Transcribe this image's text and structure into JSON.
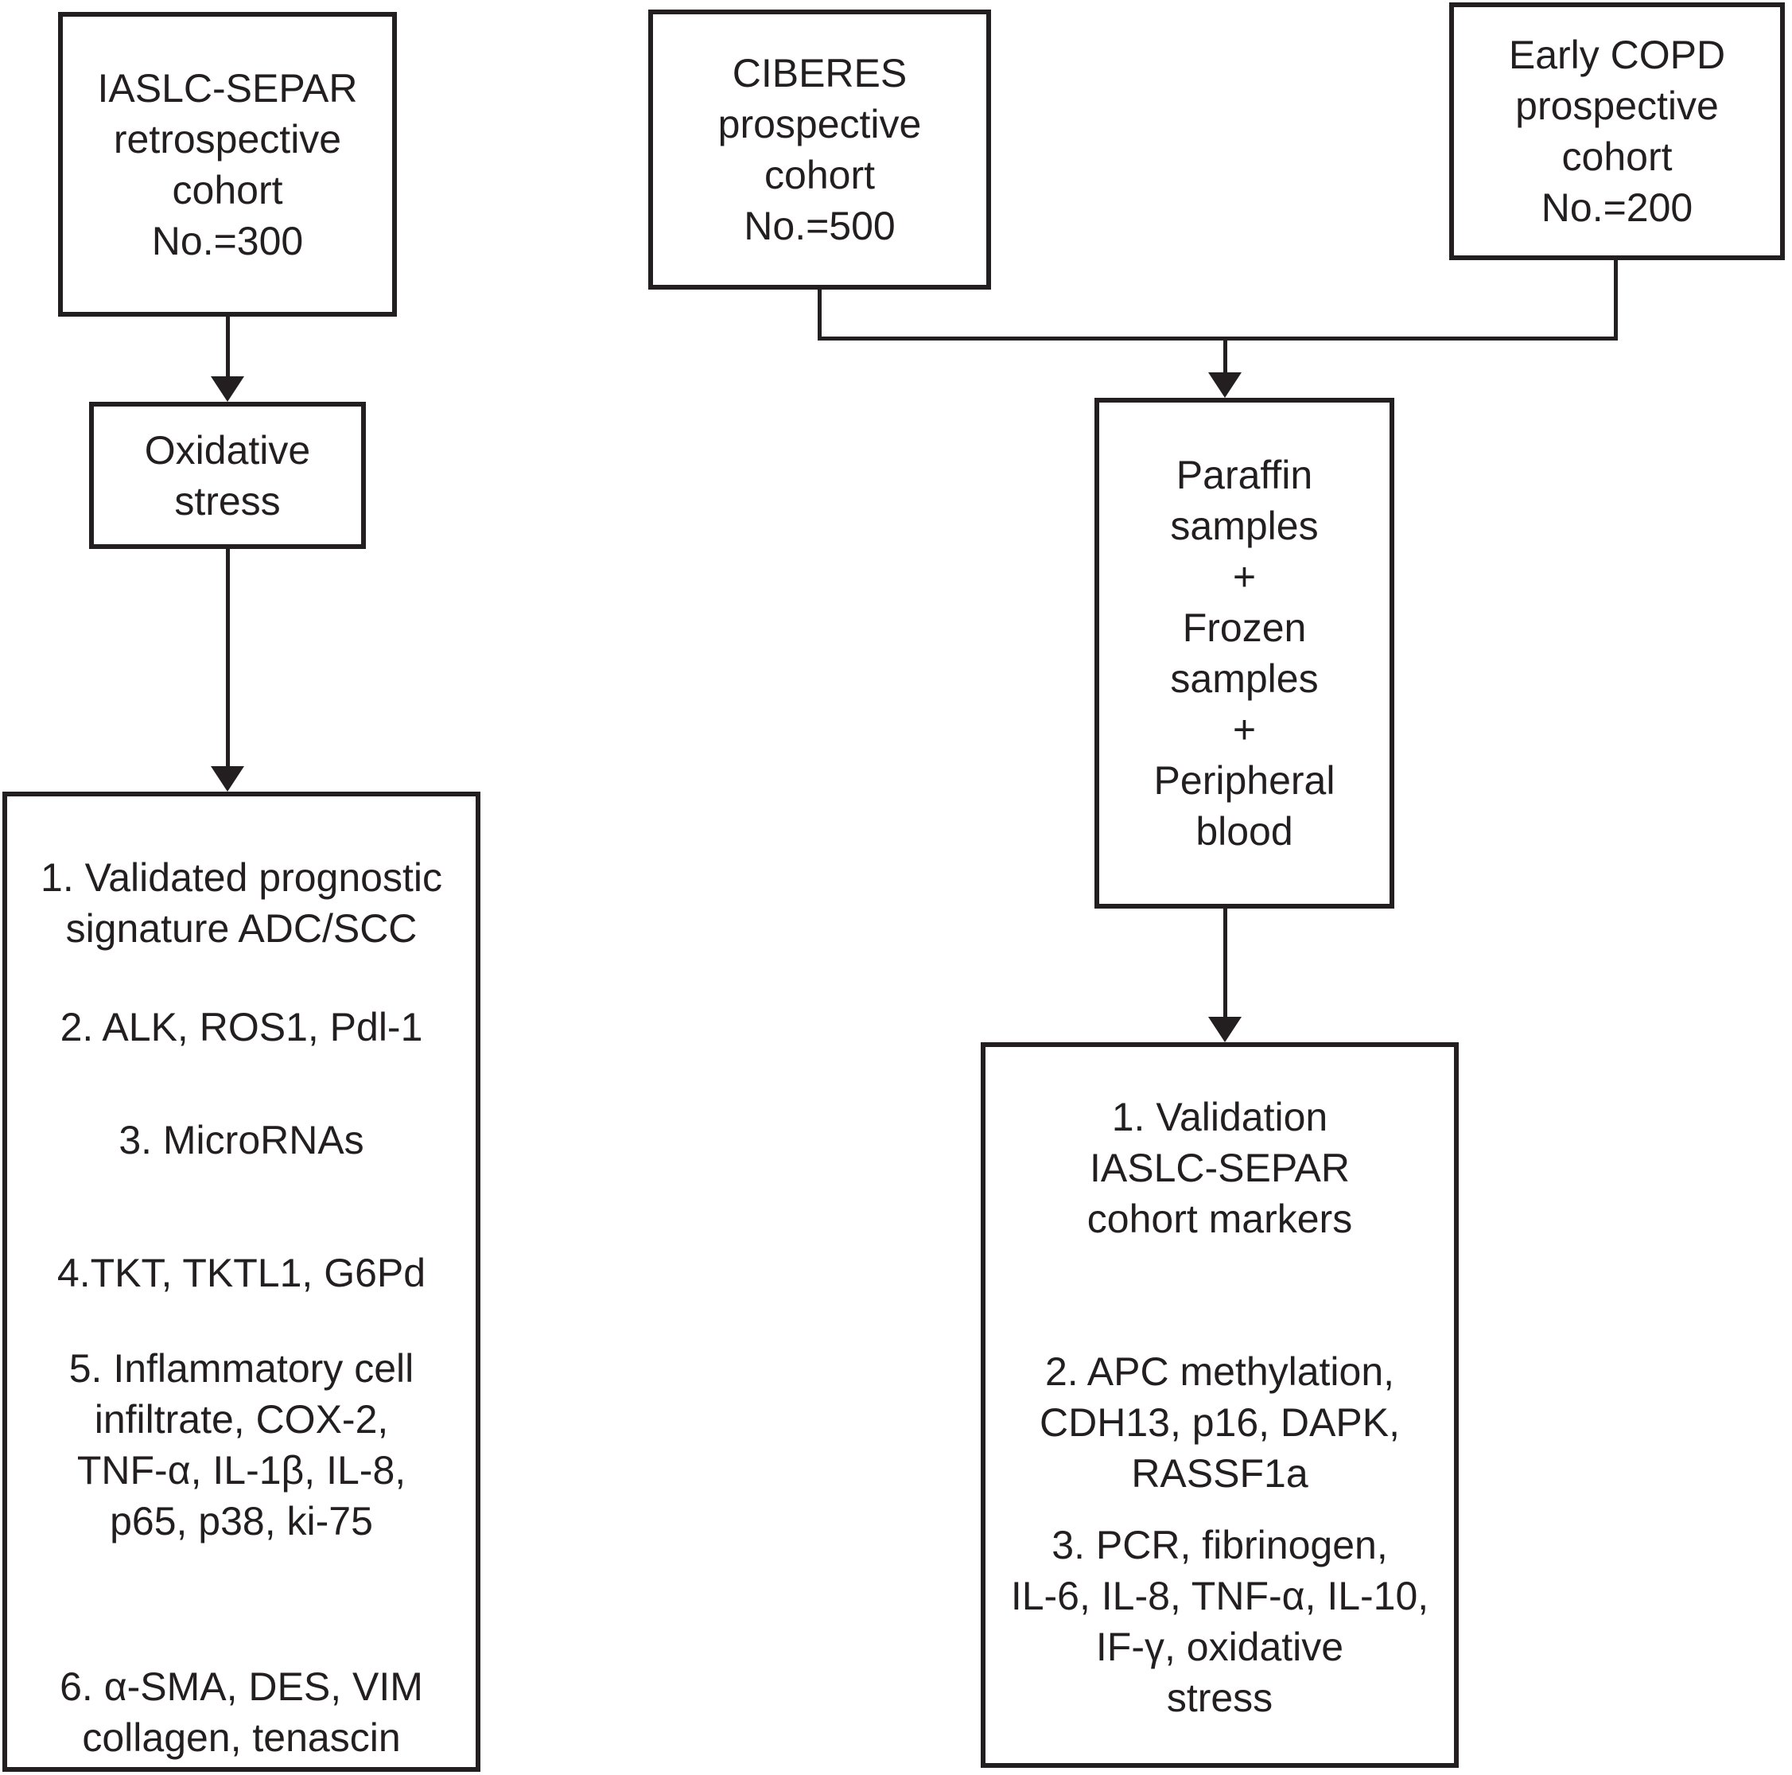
{
  "diagram": {
    "background_color": "#ffffff",
    "ink_color": "#231f20",
    "nodes": {
      "iaslc_cohort": {
        "lines": [
          "IASLC-SEPAR",
          "retrospective",
          "cohort",
          "No.=300"
        ]
      },
      "ciberes_cohort": {
        "lines": [
          "CIBERES",
          "prospective",
          "cohort",
          "No.=500"
        ]
      },
      "early_copd_cohort": {
        "lines": [
          "Early COPD",
          "prospective",
          "cohort",
          "No.=200"
        ]
      },
      "oxidative_stress": {
        "lines": [
          "Oxidative",
          "stress"
        ]
      },
      "samples": {
        "lines": [
          "Paraffin",
          "samples",
          "+",
          "Frozen",
          "samples",
          "+",
          "Peripheral",
          "blood"
        ]
      },
      "retrospective_markers": {
        "items": [
          [
            "1. Validated prognostic",
            "signature ADC/SCC"
          ],
          [
            "2. ALK, ROS1, Pdl-1"
          ],
          [
            "3. MicroRNAs"
          ],
          [
            "4.TKT, TKTL1, G6Pd"
          ],
          [
            "5. Inflammatory cell",
            "infiltrate, COX-2,",
            "TNF-α, IL-1β, IL-8,",
            "p65, p38, ki-75"
          ],
          [
            "6. α-SMA, DES, VIM",
            "collagen, tenascin"
          ]
        ]
      },
      "prospective_markers": {
        "items": [
          [
            "1. Validation",
            "IASLC-SEPAR",
            "cohort markers"
          ],
          [
            "2. APC methylation,",
            "CDH13, p16, DAPK,",
            "RASSF1a"
          ],
          [
            "3. PCR, fibrinogen,",
            "IL-6, IL-8, TNF-α, IL-10,",
            "IF-γ, oxidative",
            "stress"
          ]
        ]
      }
    }
  }
}
